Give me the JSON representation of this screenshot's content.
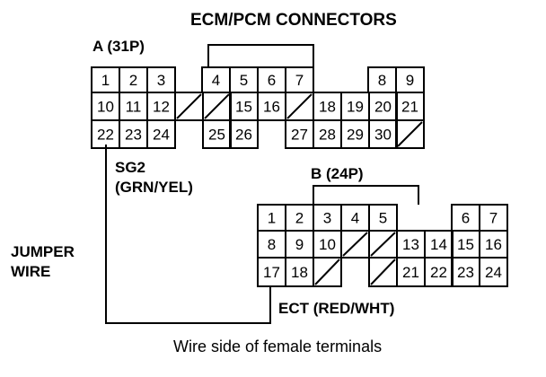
{
  "title": "ECM/PCM CONNECTORS",
  "connector_a": {
    "label": "A (31P)",
    "rows": [
      [
        "1",
        "2",
        "3",
        "4",
        "5",
        "6",
        "7",
        "",
        "8",
        "9"
      ],
      [
        "10",
        "11",
        "12",
        "/",
        "/",
        "15",
        "16",
        "/",
        "18",
        "19",
        "20",
        "21"
      ],
      [
        "22",
        "23",
        "24",
        "",
        "25",
        "26",
        "",
        "27",
        "28",
        "29",
        "30",
        "/"
      ]
    ]
  },
  "connector_b": {
    "label": "B (24P)",
    "rows": [
      [
        "1",
        "2",
        "3",
        "4",
        "5",
        "",
        "6",
        "7"
      ],
      [
        "8",
        "9",
        "10",
        "/",
        "/",
        "13",
        "14",
        "15",
        "16"
      ],
      [
        "17",
        "18",
        "/",
        "",
        "/",
        "21",
        "22",
        "23",
        "24"
      ]
    ]
  },
  "labels": {
    "sg2": "SG2",
    "sg2_color": "(GRN/YEL)",
    "jumper_1": "JUMPER",
    "jumper_2": "WIRE",
    "ect": "ECT (RED/WHT)",
    "caption": "Wire side of female terminals"
  }
}
